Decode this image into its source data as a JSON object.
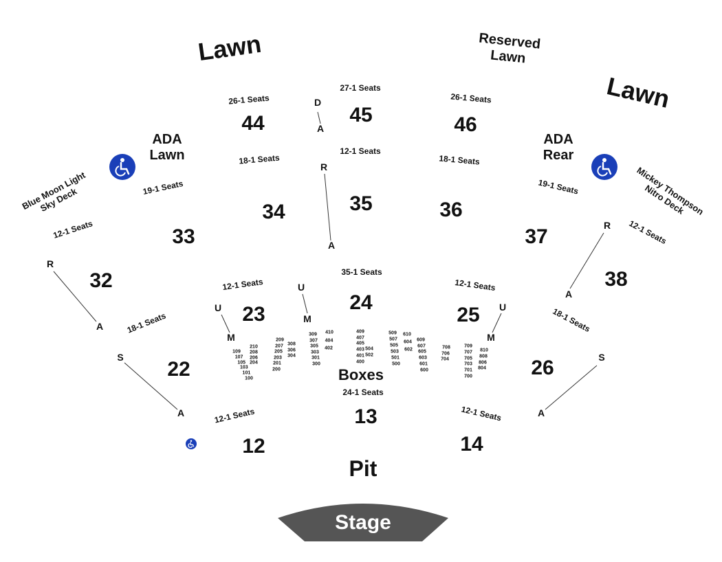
{
  "areas": {
    "lawn_left": "Lawn",
    "lawn_right": "Lawn",
    "reserved_lawn": "Reserved\nLawn",
    "ada_lawn": "ADA\nLawn",
    "ada_rear": "ADA\nRear",
    "blue_moon": "Blue Moon Light\nSky Deck",
    "mickey": "Mickey Thompson\nNitro Deck",
    "boxes": "Boxes",
    "pit": "Pit",
    "stage": "Stage"
  },
  "sections": {
    "s44": "44",
    "s45": "45",
    "s46": "46",
    "s34": "34",
    "s35": "35",
    "s36": "36",
    "s33": "33",
    "s37": "37",
    "s32": "32",
    "s38": "38",
    "s23": "23",
    "s24": "24",
    "s25": "25",
    "s22": "22",
    "s26": "26",
    "s12": "12",
    "s13": "13",
    "s14": "14"
  },
  "seats": {
    "s44": "26-1 Seats",
    "s45": "27-1 Seats",
    "s46": "26-1 Seats",
    "s34": "18-1 Seats",
    "s35": "12-1 Seats",
    "s36": "18-1 Seats",
    "s33": "19-1 Seats",
    "s37": "19-1 Seats",
    "s32": "12-1 Seats",
    "s38": "12-1 Seats",
    "s23": "12-1 Seats",
    "s24": "35-1 Seats",
    "s25": "12-1 Seats",
    "s22": "18-1 Seats",
    "s26": "18-1 Seats",
    "s12": "12-1 Seats",
    "s13": "24-1 Seats",
    "s14": "12-1 Seats"
  },
  "row_letters": {
    "d1": "D",
    "a1": "A",
    "r1": "R",
    "a2": "A",
    "u_l": "U",
    "m_l": "M",
    "u_c": "U",
    "m_c": "M",
    "u_r": "U",
    "m_r": "M",
    "r_l": "R",
    "a_l": "A",
    "s_l": "S",
    "a_l2": "A",
    "r_r": "R",
    "a_r": "A",
    "s_r": "S",
    "a_r2": "A"
  },
  "boxes": {
    "g1": [
      "109",
      "107",
      "105",
      "103",
      "101",
      "100"
    ],
    "g2": [
      "210",
      "208",
      "206",
      "204"
    ],
    "g3": [
      "209",
      "207",
      "205",
      "203",
      "201",
      "200"
    ],
    "g4": [
      "308",
      "306",
      "304"
    ],
    "g5": [
      "309",
      "307",
      "305",
      "303",
      "301",
      "300"
    ],
    "g6": [
      "410",
      "404",
      "402"
    ],
    "g7": [
      "409",
      "407",
      "405",
      "403",
      "401",
      "400"
    ],
    "g8": [
      "504",
      "502"
    ],
    "g9": [
      "509",
      "507",
      "505",
      "503",
      "501",
      "500"
    ],
    "g10": [
      "610",
      "604",
      "602"
    ],
    "g11": [
      "609",
      "607",
      "605",
      "603",
      "601",
      "600"
    ],
    "g12": [
      "708",
      "706",
      "704"
    ],
    "g13": [
      "709",
      "707",
      "705",
      "703",
      "701",
      "700"
    ],
    "g14": [
      "810",
      "808",
      "806",
      "804"
    ]
  },
  "colors": {
    "ada": "#1a3fb8",
    "stage": "#555555",
    "text": "#111111"
  },
  "icons": [
    "wheelchair-icon"
  ]
}
